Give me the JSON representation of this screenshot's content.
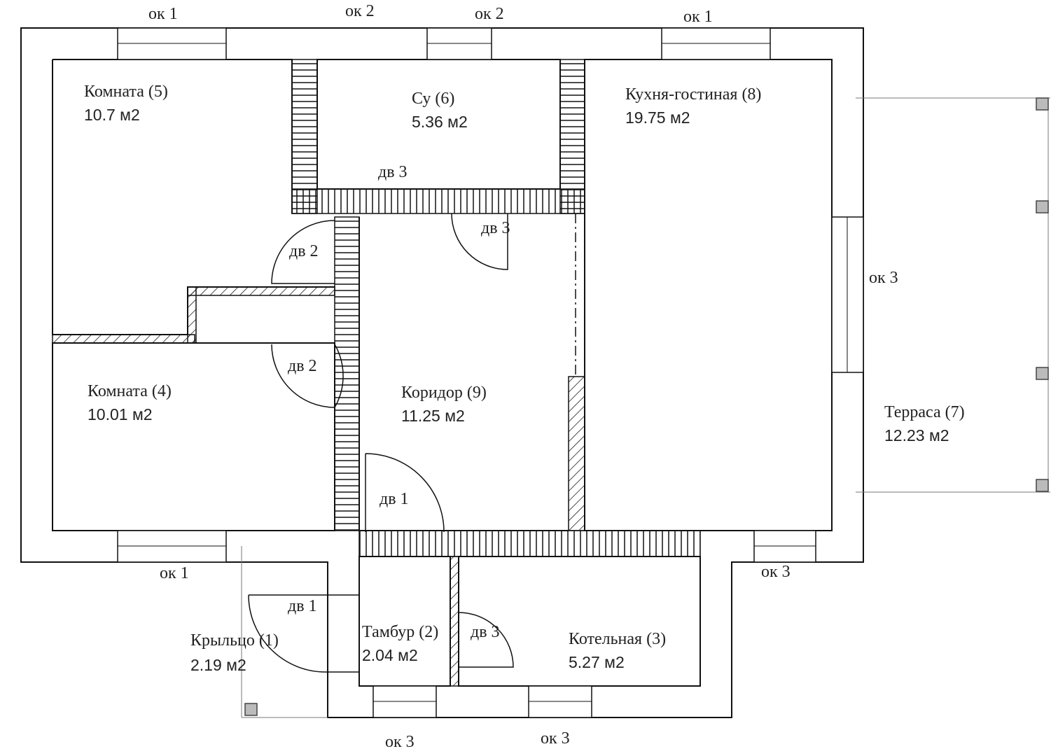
{
  "rooms": {
    "room5": {
      "name": "Комната (5)",
      "area": "10.7 м2"
    },
    "su": {
      "name": "Су (6)",
      "area": "5.36 м2"
    },
    "kitchen": {
      "name": "Кухня-гостиная (8)",
      "area": "19.75 м2"
    },
    "room4": {
      "name": "Комната (4)",
      "area": "10.01 м2"
    },
    "corridor": {
      "name": "Коридор (9)",
      "area": "11.25 м2"
    },
    "terrace": {
      "name": "Терраса (7)",
      "area": "12.23 м2"
    },
    "porch": {
      "name": "Крыльцо (1)",
      "area": "2.19 м2"
    },
    "tambur": {
      "name": "Тамбур (2)",
      "area": "2.04 м2"
    },
    "boiler": {
      "name": "Котельная (3)",
      "area": "5.27 м2"
    }
  },
  "windows": {
    "top1": "ок 1",
    "top2": "ок 2",
    "top3": "ок 2",
    "top4": "ок 1",
    "right": "ок 3",
    "bottom_left": "ок 1",
    "bottom_right": "ок 3",
    "bottom_a": "ок 3",
    "bottom_b": "ок 3"
  },
  "doors": {
    "su": "дв 3",
    "corridor_top": "дв 3",
    "room5": "дв 2",
    "room4": "дв 2",
    "corridor": "дв 1",
    "porch": "дв 1",
    "boiler": "дв 3"
  }
}
